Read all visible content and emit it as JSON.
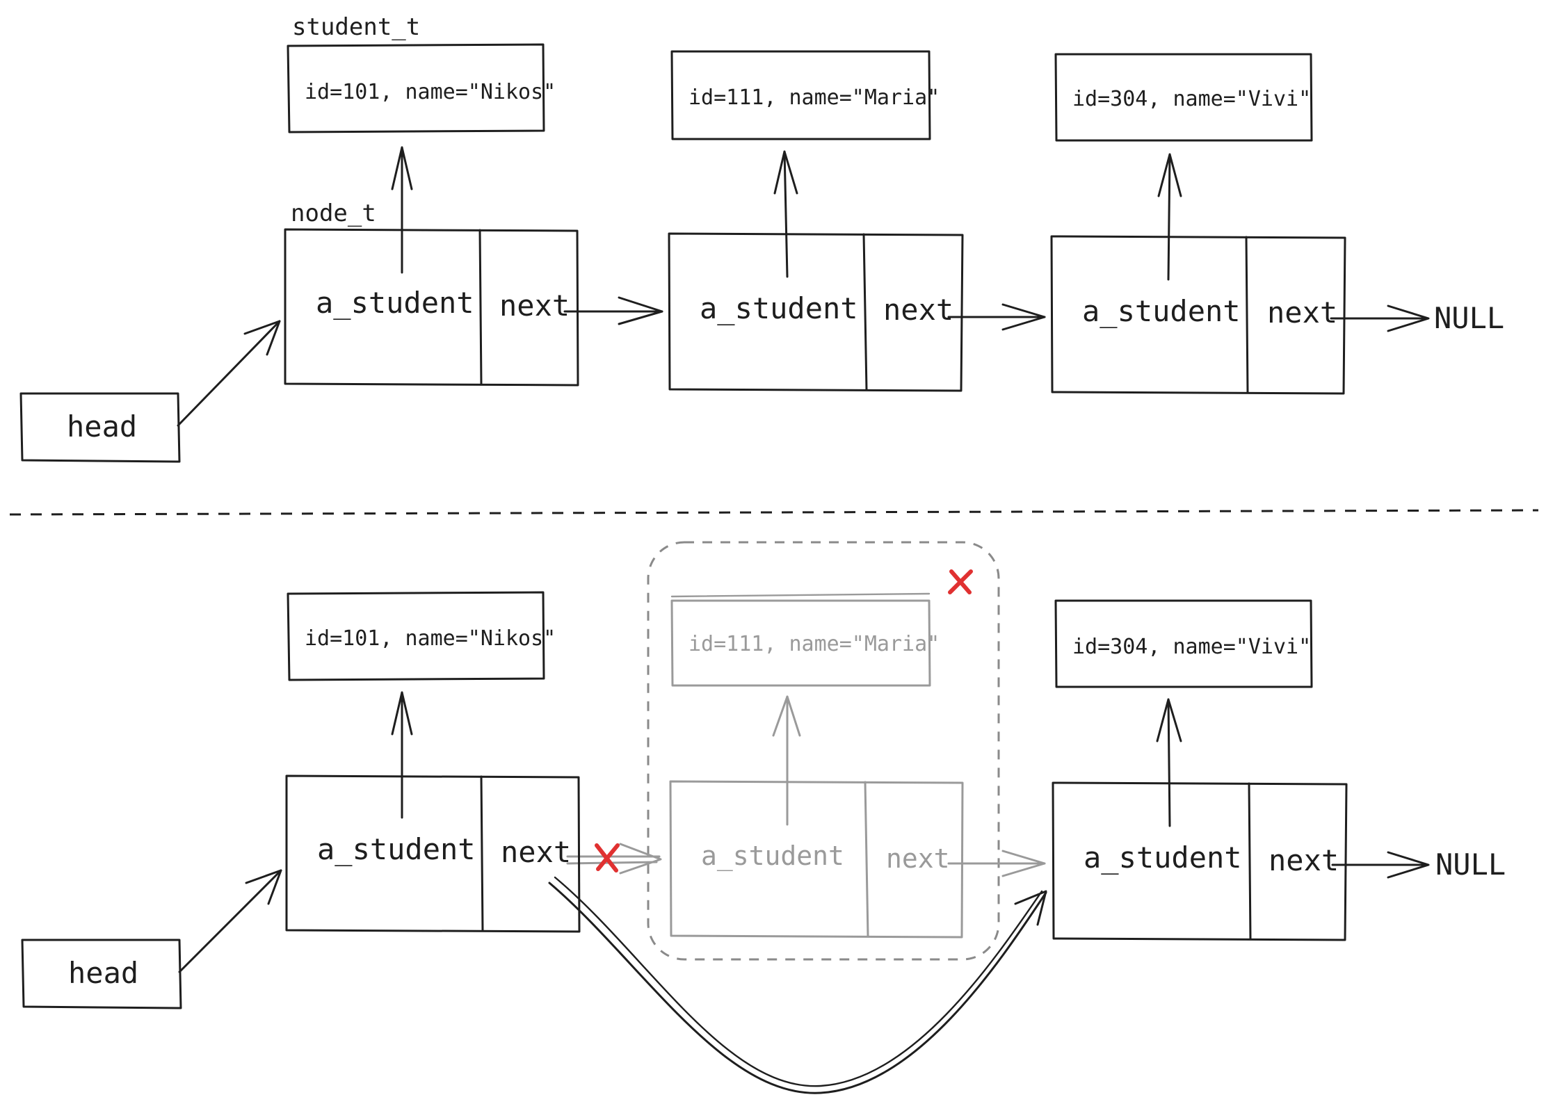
{
  "labels": {
    "student_type": "student_t",
    "node_type": "node_t",
    "a_student": "a_student",
    "next": "next",
    "null": "NULL",
    "head": "head"
  },
  "students": [
    "id=101, name=\"Nikos\"",
    "id=111, name=\"Maria\"",
    "id=304, name=\"Vivi\""
  ],
  "colors": {
    "ink": "#1e1e1e",
    "removed": "#9a9a9a",
    "delete_mark": "#e03131"
  }
}
